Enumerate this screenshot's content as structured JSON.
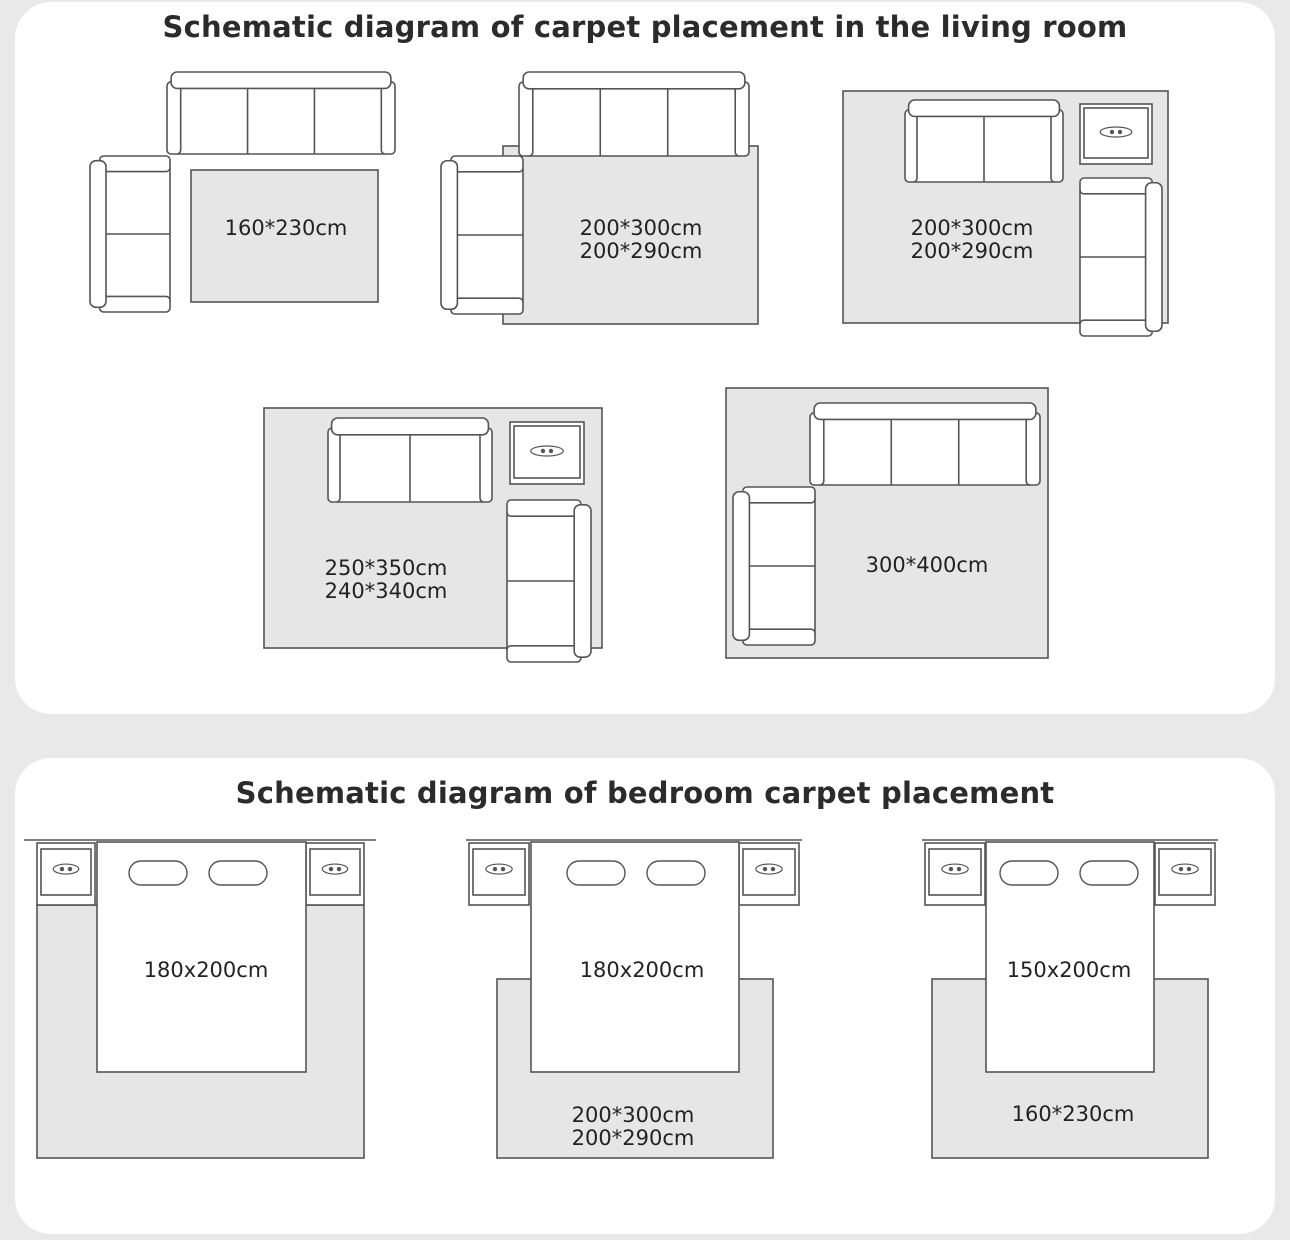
{
  "living_room": {
    "title": "Schematic diagram of carpet placement in the living room",
    "layouts": [
      {
        "sizes": [
          "160*230cm"
        ]
      },
      {
        "sizes": [
          "200*300cm",
          "200*290cm"
        ]
      },
      {
        "sizes": [
          "200*300cm",
          "200*290cm"
        ]
      },
      {
        "sizes": [
          "250*350cm",
          "240*340cm"
        ]
      },
      {
        "sizes": [
          "300*400cm"
        ]
      }
    ]
  },
  "bedroom": {
    "title": "Schematic diagram of bedroom carpet placement",
    "layouts": [
      {
        "bed": "180x200cm",
        "carpet": []
      },
      {
        "bed": "180x200cm",
        "carpet": [
          "200*300cm",
          "200*290cm"
        ]
      },
      {
        "bed": "150x200cm",
        "carpet": [
          "160*230cm"
        ]
      }
    ]
  },
  "colors": {
    "carpet": "#e6e6e6",
    "outline": "#555555",
    "panel": "#ffffff",
    "background": "#e9e9e9"
  }
}
